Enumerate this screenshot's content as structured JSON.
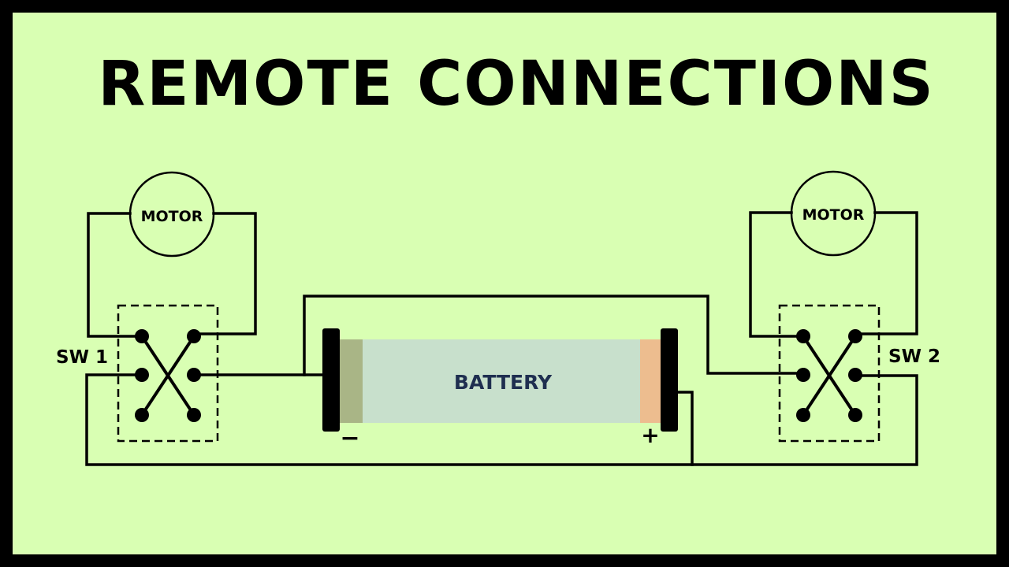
{
  "title": "REMOTE CONNECTIONS",
  "motor_left": {
    "label": "MOTOR"
  },
  "motor_right": {
    "label": "MOTOR"
  },
  "switch_left": {
    "label": "SW 1"
  },
  "switch_right": {
    "label": "SW 2"
  },
  "battery": {
    "label": "BATTERY",
    "negative_symbol": "−",
    "positive_symbol": "+"
  },
  "colors": {
    "background": "#d9ffb3",
    "frame": "#000000",
    "battery_body": "#c8e0cc",
    "battery_label": "#1f2f50",
    "negative_band": "#a9b586",
    "positive_band": "#edbd8f"
  }
}
